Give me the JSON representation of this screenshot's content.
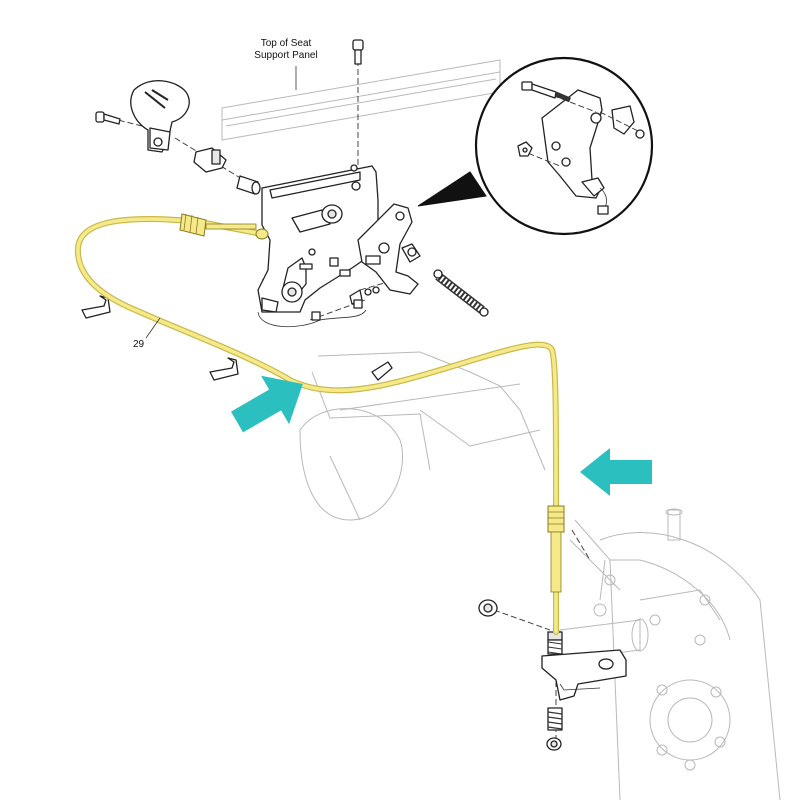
{
  "labels": {
    "top_of_seat_line1": "Top of Seat",
    "top_of_seat_line2": "Support Panel",
    "callout_29": "29"
  },
  "colors": {
    "cable": "#f5e98a",
    "cable_outline": "#c9b84a",
    "arrow": "#2bbfc0",
    "line": "#222222",
    "ghost": "#b9b9b9"
  }
}
